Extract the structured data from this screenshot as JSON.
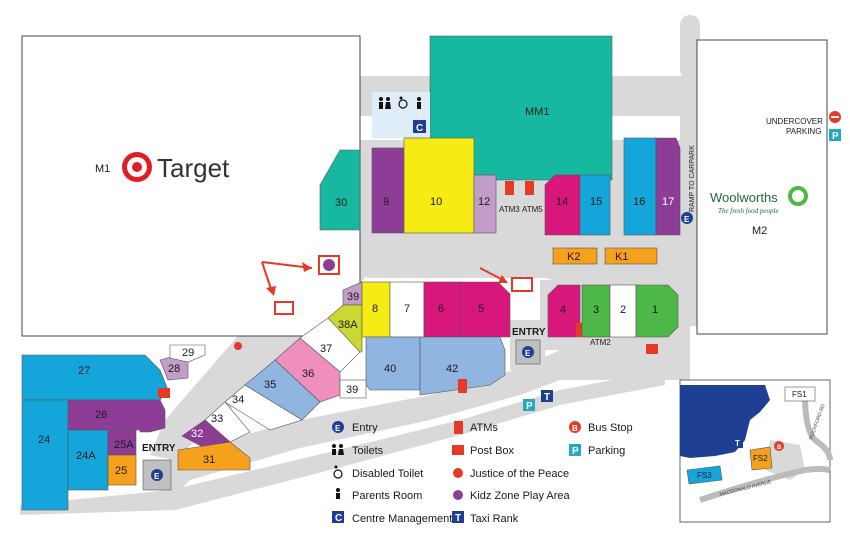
{
  "colors": {
    "mall": "#d9d9d9",
    "cyan": "#14a6db",
    "blue_light": "#8fb5e0",
    "purple": "#8e3d96",
    "magenta": "#d8177c",
    "green": "#4db848",
    "yellow": "#f4ec12",
    "lime": "#cbd832",
    "orange": "#f6a11e",
    "teal": "#17b8a0",
    "pink": "#ee8fbd",
    "lilac": "#c39dc9",
    "navy": "#1f3f95",
    "red": "#e63a27",
    "parking": "#22a9c4"
  },
  "anchors": {
    "target_code": "M1",
    "target_name": "Target",
    "woolworths_code": "M2",
    "woolworths_name": "Woolworths",
    "woolworths_tagline": "The fresh food people",
    "mm1": "MM1",
    "ramp_label": "RAMP TO CARPARK",
    "undercover_line1": "UNDERCOVER",
    "undercover_line2": "PARKING"
  },
  "shops": {
    "s1": "1",
    "s2": "2",
    "s3": "3",
    "s4": "4",
    "s5": "5",
    "s6": "6",
    "s7": "7",
    "s8": "8",
    "s9": "9",
    "s10": "10",
    "s12": "12",
    "s14": "14",
    "s15": "15",
    "s16": "16",
    "s17": "17",
    "s24": "24",
    "s24a": "24A",
    "s25": "25",
    "s25a": "25A",
    "s26": "26",
    "s27": "27",
    "s28": "28",
    "s29": "29",
    "s30": "30",
    "s31": "31",
    "s32": "32",
    "s33": "33",
    "s34": "34",
    "s35": "35",
    "s36": "36",
    "s37": "37",
    "s38a": "38A",
    "s39a": "39",
    "s39b": "39",
    "s40": "40",
    "s42": "42",
    "k1": "K1",
    "k2": "K2"
  },
  "atms": {
    "atm3": "ATM3",
    "atm5": "ATM5",
    "atm2": "ATM2"
  },
  "entries": {
    "entry_label": "ENTRY",
    "e_glyph": "E",
    "c_glyph": "C",
    "p_glyph": "P",
    "t_glyph": "T",
    "b_glyph": "B"
  },
  "legend": {
    "entry": "Entry",
    "toilets": "Toilets",
    "disabled_toilet": "Disabled Toilet",
    "parents_room": "Parents Room",
    "centre_management": "Centre Management",
    "atms": "ATMs",
    "post_box": "Post Box",
    "justice_of_the_peace": "Justice of the Peace",
    "kidz_zone": "Kidz Zone Play Area",
    "taxi_rank": "Taxi Rank",
    "bus_stop": "Bus Stop",
    "parking": "Parking"
  },
  "locator": {
    "fs1": "FS1",
    "fs2": "FS2",
    "fs3": "FS3",
    "street1": "MACDONALD AVENUE",
    "street2": "ROCHFORD RD"
  }
}
